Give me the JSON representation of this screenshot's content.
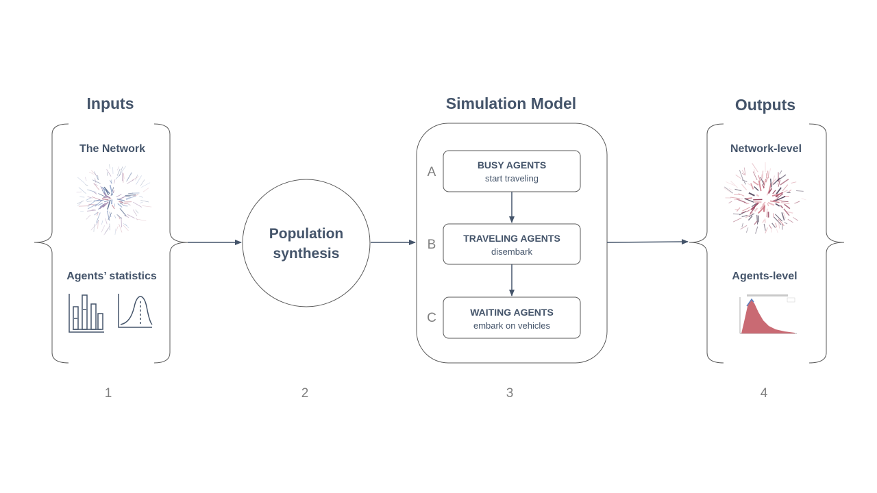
{
  "columns": {
    "inputs": {
      "title": "Inputs",
      "network_label": "The Network",
      "stats_label": "Agents’ statistics",
      "number": "1"
    },
    "population": {
      "line1": "Population",
      "line2": "synthesis",
      "number": "2"
    },
    "simulation": {
      "title": "Simulation Model",
      "number": "3",
      "steps": [
        {
          "letter": "A",
          "title": "BUSY AGENTS",
          "subtitle": "start traveling"
        },
        {
          "letter": "B",
          "title": "TRAVELING AGENTS",
          "subtitle": "disembark"
        },
        {
          "letter": "C",
          "title": "WAITING AGENTS",
          "subtitle": "embark on vehicles"
        }
      ]
    },
    "outputs": {
      "title": "Outputs",
      "network_label": "Network-level",
      "agents_label": "Agents-level",
      "number": "4"
    }
  },
  "colors": {
    "text": "#44546a",
    "line": "#595959",
    "arrow": "#44546a",
    "number": "#7f7f7f"
  },
  "icons": [
    "network-graph-icon",
    "bar-chart-icon",
    "bell-curve-icon",
    "network-heatmap-icon",
    "histogram-plot-icon"
  ]
}
